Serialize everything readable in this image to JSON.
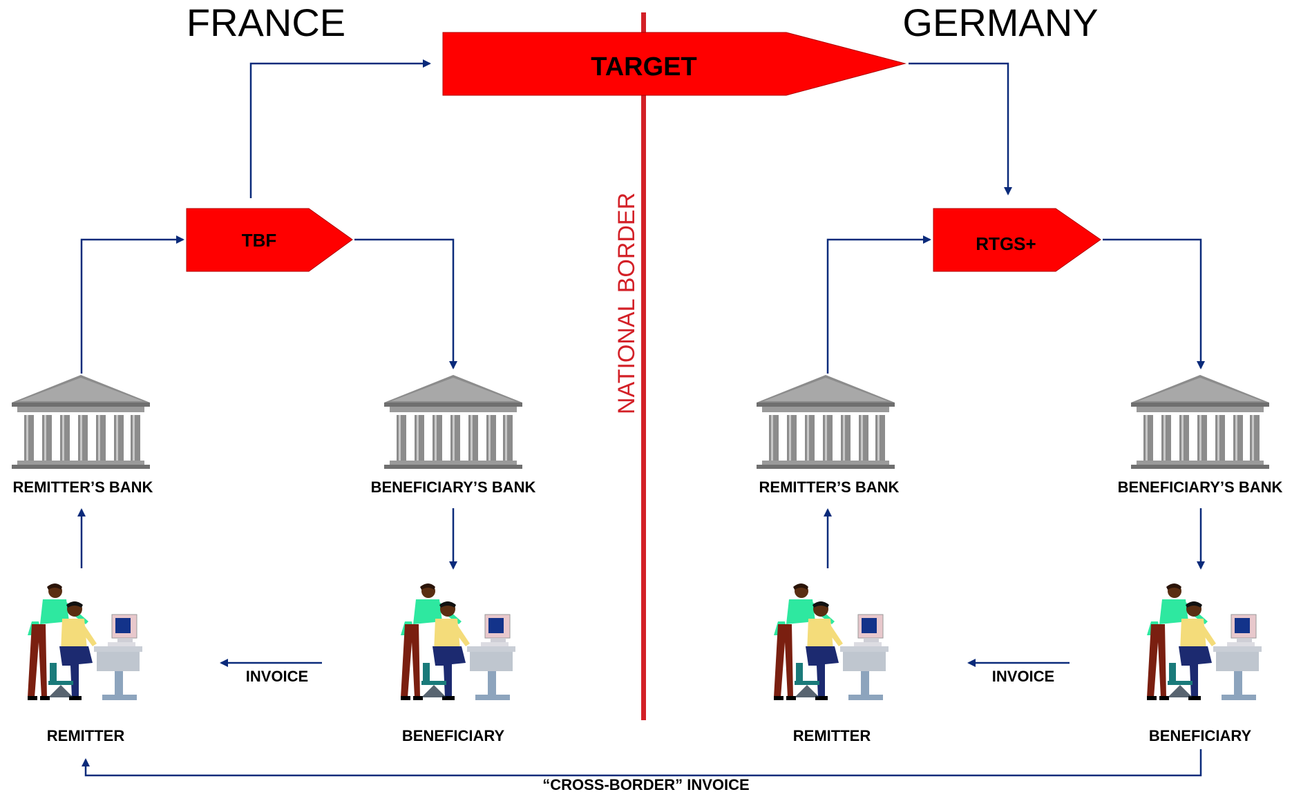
{
  "countries": {
    "left": "FRANCE",
    "right": "GERMANY"
  },
  "national_border": "NATIONAL BORDER",
  "systems": {
    "target": "TARGET",
    "france_rtgs": "TBF",
    "germany_rtgs": "RTGS+"
  },
  "france": {
    "remitter_bank": "REMITTER’S BANK",
    "beneficiary_bank": "BENEFICIARY’S BANK",
    "remitter": "REMITTER",
    "beneficiary": "BENEFICIARY",
    "invoice": "INVOICE"
  },
  "germany": {
    "remitter_bank": "REMITTER’S BANK",
    "beneficiary_bank": "BENEFICIARY’S BANK",
    "remitter": "REMITTER",
    "beneficiary": "BENEFICIARY",
    "invoice": "INVOICE"
  },
  "cross_border_invoice": "“CROSS-BORDER” INVOICE",
  "colors": {
    "system_fill": "#ff0000",
    "border_line": "#d32027",
    "arrow": "#0a2a7a",
    "bank_gray": "#8c8c8c"
  },
  "icons": [
    "bank-building-icon",
    "office-workers-computer-icon"
  ]
}
